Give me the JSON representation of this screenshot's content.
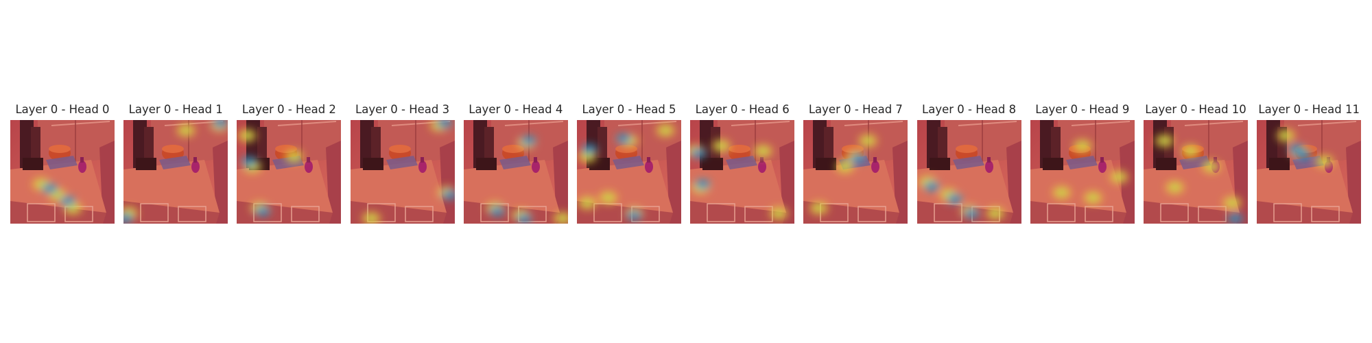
{
  "figure": {
    "panels": [
      {
        "title": "Layer 0 - Head 0",
        "hot": [
          [
            0.3,
            0.62
          ],
          [
            0.45,
            0.72
          ],
          [
            0.6,
            0.85
          ]
        ],
        "cool": [
          [
            0.38,
            0.66
          ],
          [
            0.55,
            0.78
          ]
        ]
      },
      {
        "title": "Layer 0 - Head 1",
        "hot": [
          [
            0.92,
            0.05
          ],
          [
            0.05,
            0.9
          ],
          [
            0.6,
            0.1
          ]
        ],
        "cool": [
          [
            0.93,
            0.03
          ],
          [
            0.02,
            0.95
          ]
        ]
      },
      {
        "title": "Layer 0 - Head 2",
        "hot": [
          [
            0.1,
            0.15
          ],
          [
            0.15,
            0.45
          ],
          [
            0.22,
            0.85
          ],
          [
            0.55,
            0.35
          ]
        ],
        "cool": [
          [
            0.12,
            0.4
          ],
          [
            0.25,
            0.88
          ]
        ]
      },
      {
        "title": "Layer 0 - Head 3",
        "hot": [
          [
            0.85,
            0.05
          ],
          [
            0.92,
            0.7
          ],
          [
            0.2,
            0.95
          ]
        ],
        "cool": [
          [
            0.9,
            0.03
          ],
          [
            0.95,
            0.72
          ]
        ]
      },
      {
        "title": "Layer 0 - Head 4",
        "hot": [
          [
            0.6,
            0.22
          ],
          [
            0.3,
            0.85
          ],
          [
            0.55,
            0.92
          ],
          [
            0.95,
            0.95
          ]
        ],
        "cool": [
          [
            0.62,
            0.2
          ],
          [
            0.32,
            0.88
          ],
          [
            0.58,
            0.95
          ]
        ]
      },
      {
        "title": "Layer 0 - Head 5",
        "hot": [
          [
            0.5,
            0.2
          ],
          [
            0.1,
            0.35
          ],
          [
            0.3,
            0.75
          ],
          [
            0.55,
            0.9
          ],
          [
            0.85,
            0.1
          ],
          [
            0.1,
            0.8
          ]
        ],
        "cool": [
          [
            0.12,
            0.28
          ],
          [
            0.55,
            0.92
          ],
          [
            0.45,
            0.18
          ]
        ]
      },
      {
        "title": "Layer 0 - Head 6",
        "hot": [
          [
            0.05,
            0.3
          ],
          [
            0.3,
            0.25
          ],
          [
            0.7,
            0.3
          ],
          [
            0.85,
            0.9
          ],
          [
            0.1,
            0.65
          ]
        ],
        "cool": [
          [
            0.08,
            0.32
          ],
          [
            0.12,
            0.62
          ]
        ]
      },
      {
        "title": "Layer 0 - Head 7",
        "hot": [
          [
            0.5,
            0.35
          ],
          [
            0.62,
            0.2
          ],
          [
            0.15,
            0.85
          ],
          [
            0.4,
            0.45
          ]
        ],
        "cool": [
          [
            0.52,
            0.37
          ]
        ]
      },
      {
        "title": "Layer 0 - Head 8",
        "hot": [
          [
            0.1,
            0.6
          ],
          [
            0.3,
            0.72
          ],
          [
            0.5,
            0.88
          ],
          [
            0.75,
            0.9
          ]
        ],
        "cool": [
          [
            0.14,
            0.64
          ],
          [
            0.36,
            0.76
          ],
          [
            0.52,
            0.9
          ]
        ]
      },
      {
        "title": "Layer 0 - Head 9",
        "hot": [
          [
            0.5,
            0.25
          ],
          [
            0.3,
            0.7
          ],
          [
            0.6,
            0.75
          ],
          [
            0.85,
            0.55
          ]
        ],
        "cool": []
      },
      {
        "title": "Layer 0 - Head 10",
        "hot": [
          [
            0.45,
            0.3
          ],
          [
            0.65,
            0.45
          ],
          [
            0.3,
            0.65
          ],
          [
            0.85,
            0.8
          ],
          [
            0.2,
            0.2
          ]
        ],
        "cool": [
          [
            0.88,
            0.95
          ]
        ]
      },
      {
        "title": "Layer 0 - Head 11",
        "hot": [
          [
            0.4,
            0.3
          ],
          [
            0.65,
            0.4
          ],
          [
            0.28,
            0.15
          ]
        ],
        "cool": [
          [
            0.38,
            0.28
          ],
          [
            0.45,
            0.34
          ]
        ]
      }
    ]
  }
}
